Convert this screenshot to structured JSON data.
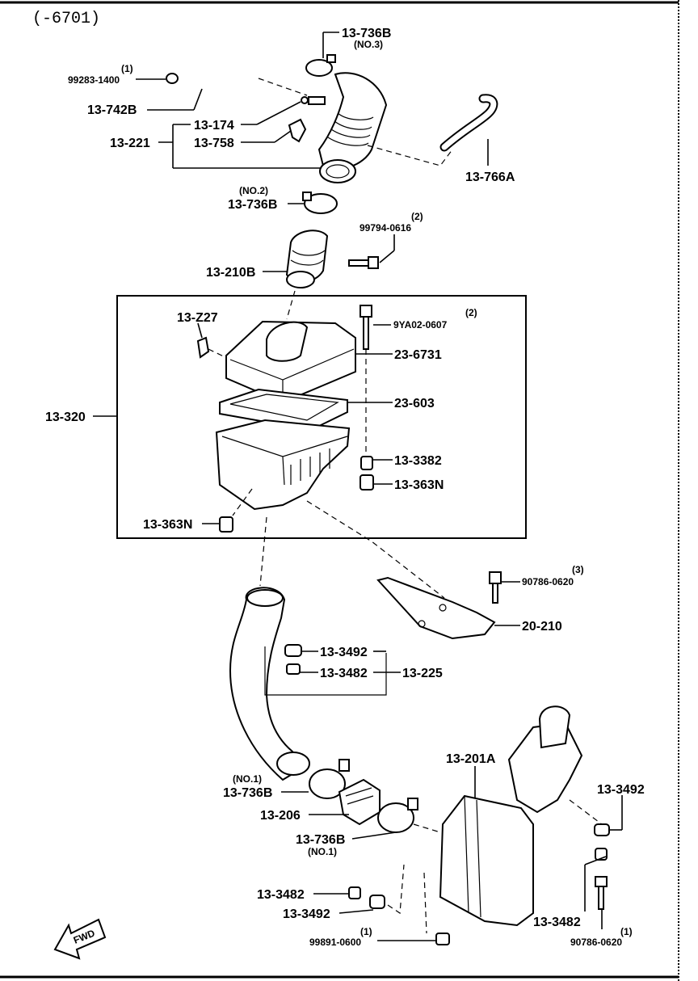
{
  "header": {
    "range": "(-6701)"
  },
  "labels": {
    "l_99283_qty": "(1)",
    "l_99283": "99283-1400",
    "l_13742B": "13-742B",
    "l_13736B_top": "13-736B",
    "l_no3": "(NO.3)",
    "l_13174": "13-174",
    "l_13221": "13-221",
    "l_13758": "13-758",
    "l_13766A": "13-766A",
    "l_no2": "(NO.2)",
    "l_13736B_mid": "13-736B",
    "l_99794_qty": "(2)",
    "l_99794": "99794-0616",
    "l_13210B": "13-210B",
    "l_13Z27": "13-Z27",
    "l_9YA02_qty": "(2)",
    "l_9YA02": "9YA02-0607",
    "l_236731": "23-6731",
    "l_13320": "13-320",
    "l_23603": "23-603",
    "l_133382": "13-3382",
    "l_13363N_r": "13-363N",
    "l_13363N_l": "13-363N",
    "l_90786_top_qty": "(3)",
    "l_90786_top": "90786-0620",
    "l_20210": "20-210",
    "l_133492_a": "13-3492",
    "l_133482_a": "13-3482",
    "l_13225": "13-225",
    "l_13201A": "13-201A",
    "l_no1_a": "(NO.1)",
    "l_13736B_low": "13-736B",
    "l_13206": "13-206",
    "l_133492_r": "13-3492",
    "l_13736B_low2": "13-736B",
    "l_no1_b": "(NO.1)",
    "l_133482_b": "13-3482",
    "l_133492_b": "13-3492",
    "l_133482_r": "13-3482",
    "l_99891_qty": "(1)",
    "l_99891": "99891-0600",
    "l_90786_bot_qty": "(1)",
    "l_90786_bot": "90786-0620",
    "fwd": "FWD"
  }
}
